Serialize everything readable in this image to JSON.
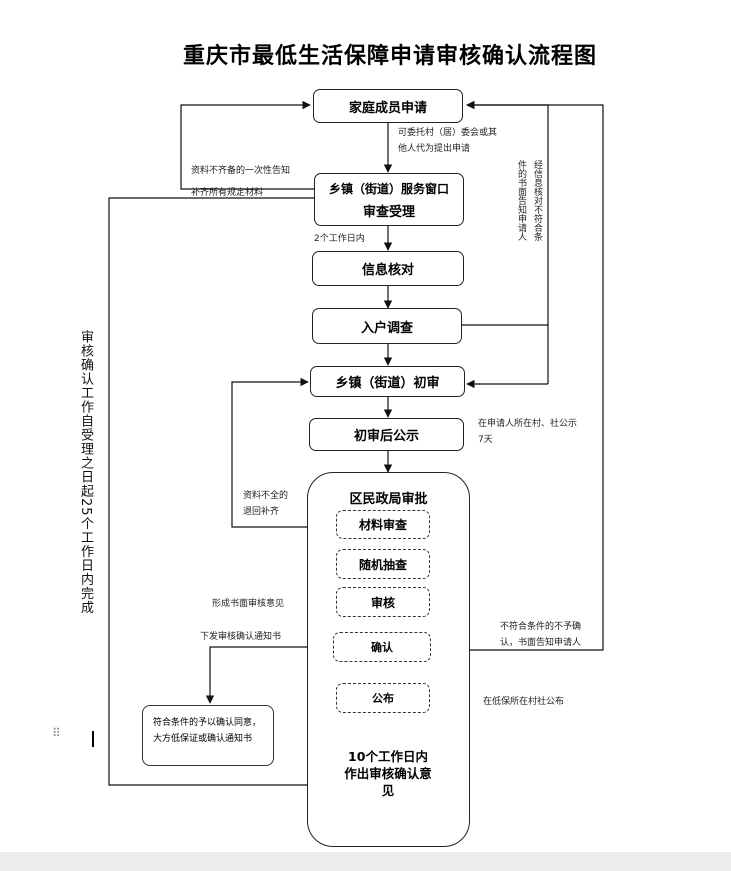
{
  "title": "重庆市最低生活保障申请审核确认流程图",
  "nodes": {
    "apply": "家庭成员申请",
    "window_line1": "乡镇（街道）服务窗口",
    "window_line2": "审查受理",
    "verify": "信息核对",
    "visit": "入户调查",
    "initial": "乡镇（街道）初审",
    "publicize": "初审后公示",
    "district": "区民政局审批",
    "material": "材料审查",
    "random": "随机抽查",
    "review": "审核",
    "confirm": "确认",
    "announce": "公布",
    "result": "符合条件的予以确认同意，大方低保证或确认通知书",
    "deadline_line1": "10个工作日内",
    "deadline_line2": "作出审核确认意",
    "deadline_line3": "见"
  },
  "notes": {
    "entrust_line1": "可委托村（居）委会或其",
    "entrust_line2": "他人代为提出申请",
    "incomplete_line1": "资料不齐备的一次性告知",
    "incomplete_line2": "补齐所有规定材料",
    "two_days": "2个工作日内",
    "not_eligible_vertical_1": "经信息核对不符合条",
    "not_eligible_vertical_2": "件的书面告知申请人",
    "publicize_note_line1": "在申请人所在村、社公示",
    "publicize_note_line2": "7天",
    "return_line1": "资料不全的",
    "return_line2": "退回补齐",
    "written_opinion": "形成书面审核意见",
    "issue_notice": "下发审核确认通知书",
    "reject_line1": "不符合条件的不予确",
    "reject_line2": "认，书面告知申请人",
    "announce_note": "在低保所在村社公布",
    "left_vertical": "审核确认工作自受理之日起25个工作日内完成"
  },
  "ui": {
    "grip_icon": "⠿"
  }
}
